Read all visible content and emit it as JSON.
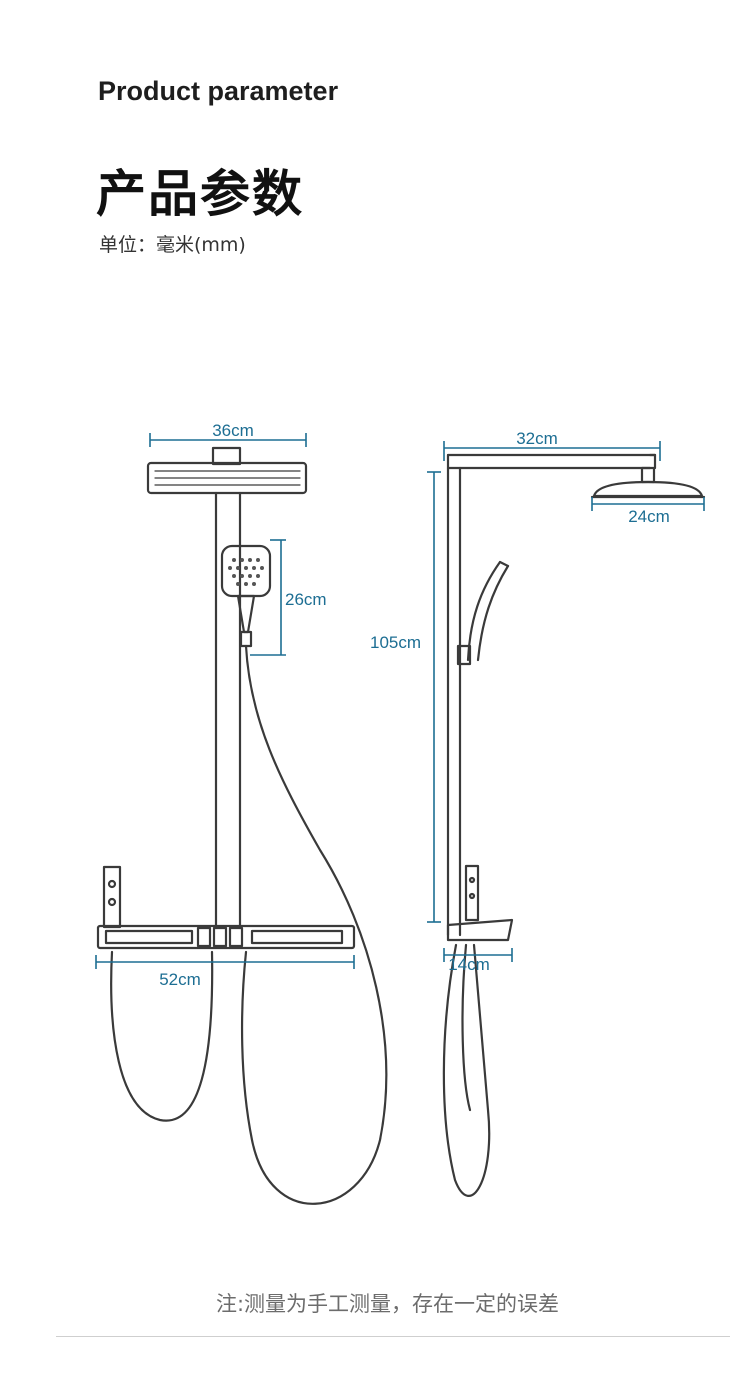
{
  "header": {
    "title_en": "Product parameter",
    "title_cn": "产品参数",
    "unit_label": "单位：毫米(mm)"
  },
  "dimensions": {
    "front_head_width": "36cm",
    "front_handheld_height": "26cm",
    "front_shelf_width": "52cm",
    "side_arm_length": "32cm",
    "side_head_width": "24cm",
    "side_total_height": "105cm",
    "side_shelf_depth": "14cm"
  },
  "footer": {
    "note": "注:测量为手工测量，存在一定的误差"
  },
  "colors": {
    "dimension_line": "#1d6e93",
    "fixture_outline": "#3a3a3a"
  }
}
